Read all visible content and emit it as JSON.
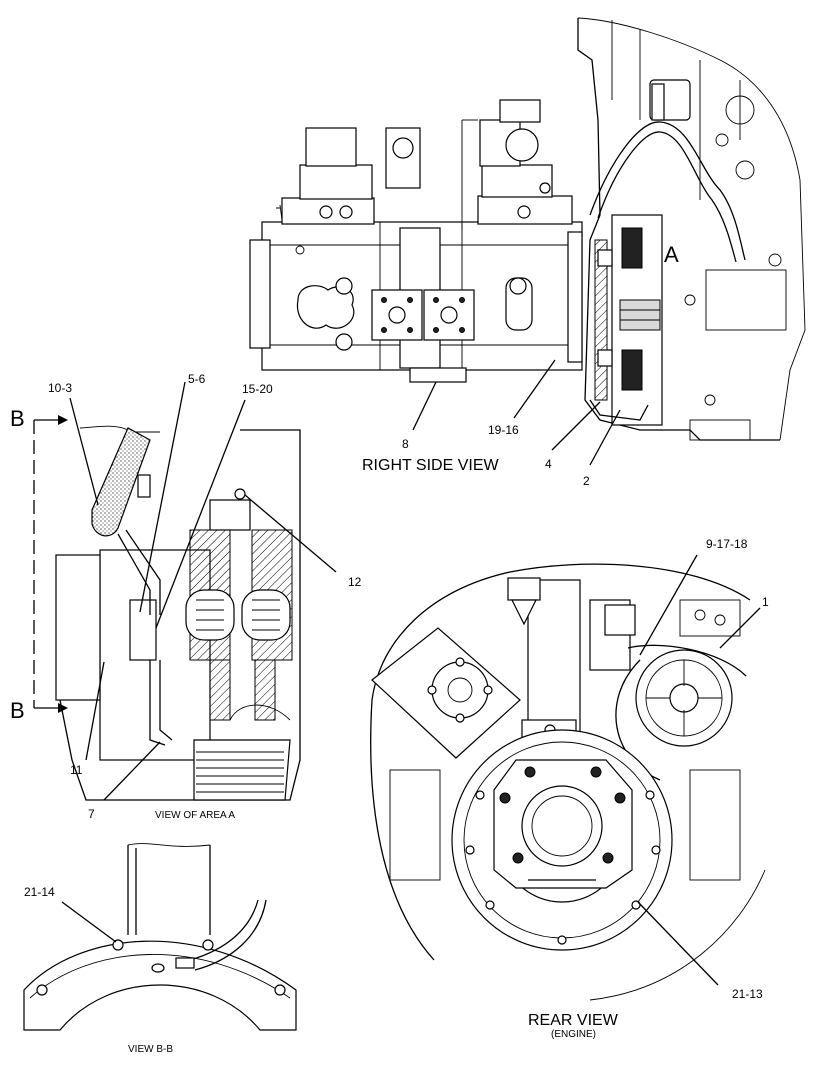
{
  "views": {
    "right_side": "RIGHT SIDE VIEW",
    "area_a": "VIEW OF AREA A",
    "section_bb": "VIEW B-B",
    "rear": "REAR VIEW",
    "rear_sub": "(ENGINE)"
  },
  "markers": {
    "area": "A",
    "section_top": "B",
    "section_bottom": "B"
  },
  "callouts": {
    "c8": "8",
    "c19_16": "19-16",
    "c4": "4",
    "c2": "2",
    "c10_3": "10-3",
    "c5_6": "5-6",
    "c15_20": "15-20",
    "c12": "12",
    "c11": "11",
    "c7": "7",
    "c21_14": "21-14",
    "c9_17_18": "9-17-18",
    "c1": "1",
    "c21_13": "21-13"
  }
}
